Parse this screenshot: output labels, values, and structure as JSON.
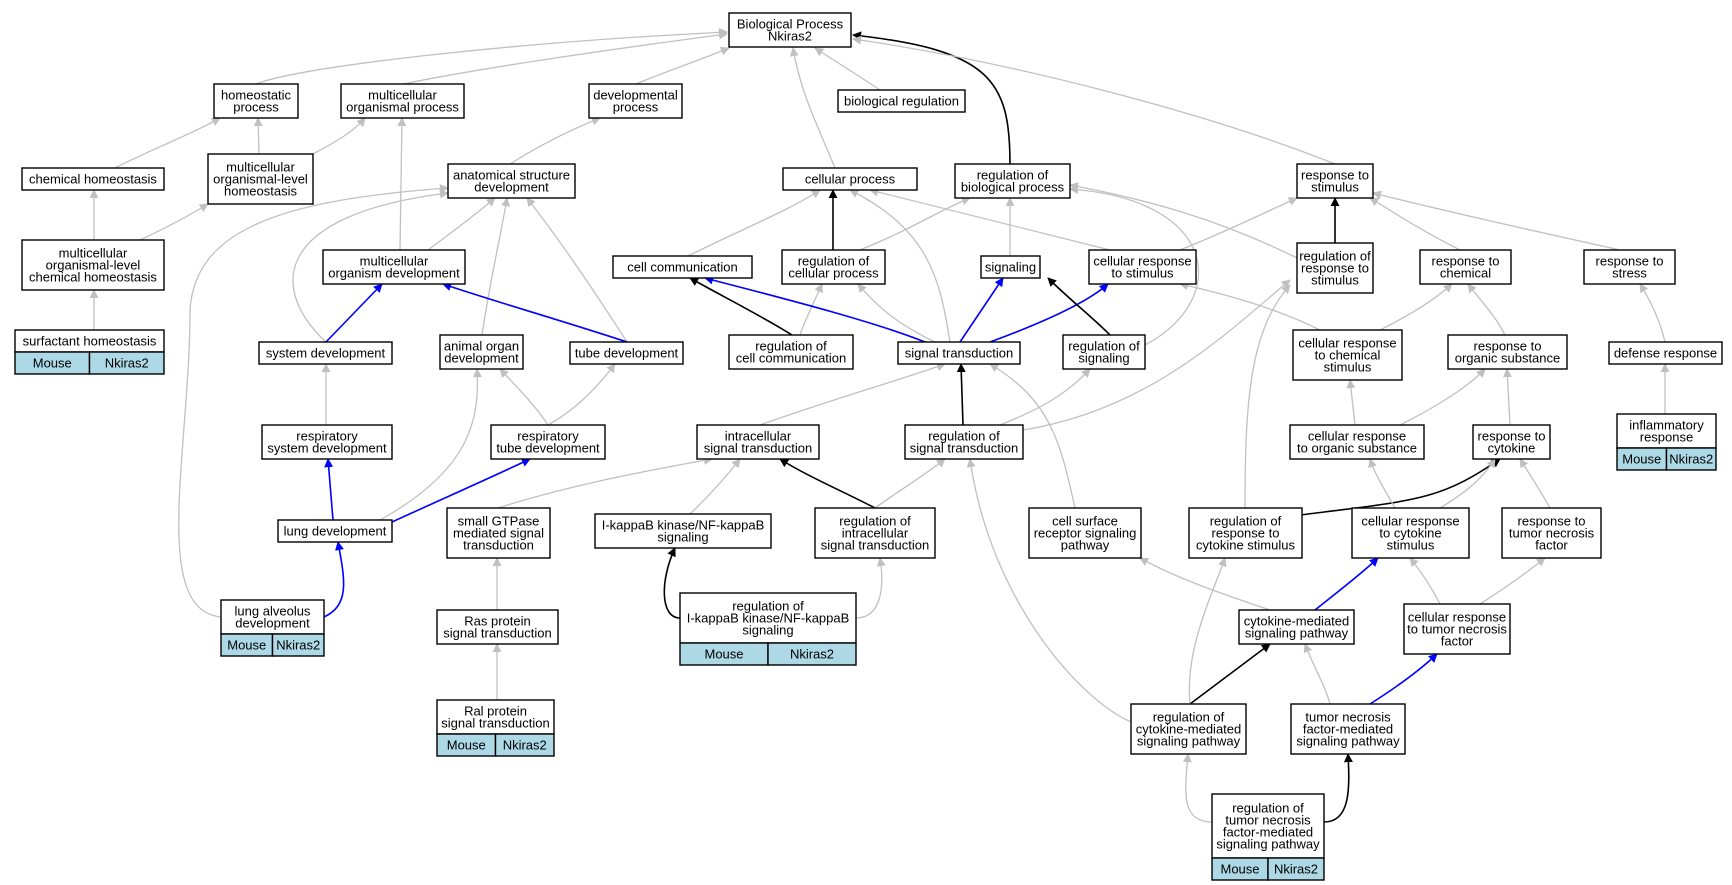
{
  "colors": {
    "edge_gray": "#c0c0c0",
    "edge_black": "#000000",
    "edge_blue": "#0000ff",
    "annotation_bg": "#add8e6"
  },
  "nodes": {
    "bp": {
      "lines": [
        "Biological Process",
        "Nkiras2"
      ]
    },
    "hom": {
      "lines": [
        "homeostatic",
        "process"
      ]
    },
    "mop": {
      "lines": [
        "multicellular",
        "organismal process"
      ]
    },
    "dev": {
      "lines": [
        "developmental",
        "process"
      ]
    },
    "breg": {
      "lines": [
        "biological regulation"
      ]
    },
    "chom": {
      "lines": [
        "chemical homeostasis"
      ]
    },
    "molh": {
      "lines": [
        "multicellular",
        "organismal-level",
        "homeostasis"
      ]
    },
    "asd": {
      "lines": [
        "anatomical structure",
        "development"
      ]
    },
    "cp": {
      "lines": [
        "cellular process"
      ]
    },
    "rbp": {
      "lines": [
        "regulation of",
        "biological process"
      ]
    },
    "rts": {
      "lines": [
        "response to",
        "stimulus"
      ]
    },
    "molc": {
      "lines": [
        "multicellular",
        "organismal-level",
        "chemical homeostasis"
      ]
    },
    "mod": {
      "lines": [
        "multicellular",
        "organism development"
      ]
    },
    "cc": {
      "lines": [
        "cell communication"
      ]
    },
    "rcp": {
      "lines": [
        "regulation of",
        "cellular process"
      ]
    },
    "sig": {
      "lines": [
        "signaling"
      ]
    },
    "crs": {
      "lines": [
        "cellular response",
        "to stimulus"
      ]
    },
    "rrs": {
      "lines": [
        "regulation of",
        "response to",
        "stimulus"
      ]
    },
    "rch": {
      "lines": [
        "response to",
        "chemical"
      ]
    },
    "rstr": {
      "lines": [
        "response to",
        "stress"
      ]
    },
    "surf": {
      "lines": [
        "surfactant homeostasis"
      ],
      "annotation": [
        "Mouse",
        "Nkiras2"
      ]
    },
    "sysd": {
      "lines": [
        "system development"
      ]
    },
    "aod": {
      "lines": [
        "animal organ",
        "development"
      ]
    },
    "tube": {
      "lines": [
        "tube development"
      ]
    },
    "rcc": {
      "lines": [
        "regulation of",
        "cell communication"
      ]
    },
    "st": {
      "lines": [
        "signal transduction"
      ]
    },
    "rsig": {
      "lines": [
        "regulation of",
        "signaling"
      ]
    },
    "crcs": {
      "lines": [
        "cellular response",
        "to chemical",
        "stimulus"
      ]
    },
    "ros": {
      "lines": [
        "response to",
        "organic substance"
      ]
    },
    "defr": {
      "lines": [
        "defense response"
      ]
    },
    "rsd": {
      "lines": [
        "respiratory",
        "system development"
      ]
    },
    "rtd": {
      "lines": [
        "respiratory",
        "tube development"
      ]
    },
    "ist": {
      "lines": [
        "intracellular",
        "signal transduction"
      ]
    },
    "rst": {
      "lines": [
        "regulation of",
        "signal transduction"
      ]
    },
    "cros": {
      "lines": [
        "cellular response",
        "to organic substance"
      ]
    },
    "rcyt": {
      "lines": [
        "response to",
        "cytokine"
      ]
    },
    "infl": {
      "lines": [
        "inflammatory",
        "response"
      ],
      "annotation": [
        "Mouse",
        "Nkiras2"
      ]
    },
    "lung": {
      "lines": [
        "lung development"
      ]
    },
    "gtp": {
      "lines": [
        "small GTPase",
        "mediated signal",
        "transduction"
      ]
    },
    "ikk": {
      "lines": [
        "I-kappaB kinase/NF-kappaB",
        "signaling"
      ]
    },
    "rist": {
      "lines": [
        "regulation of",
        "intracellular",
        "signal transduction"
      ]
    },
    "csr": {
      "lines": [
        "cell surface",
        "receptor signaling",
        "pathway"
      ]
    },
    "rrcs": {
      "lines": [
        "regulation of",
        "response to",
        "cytokine stimulus"
      ]
    },
    "crc": {
      "lines": [
        "cellular response",
        "to cytokine",
        "stimulus"
      ]
    },
    "rtnf": {
      "lines": [
        "response to",
        "tumor necrosis",
        "factor"
      ]
    },
    "alv": {
      "lines": [
        "lung alveolus",
        "development"
      ],
      "annotation": [
        "Mouse",
        "Nkiras2"
      ]
    },
    "ras": {
      "lines": [
        "Ras protein",
        "signal transduction"
      ]
    },
    "rikk": {
      "lines": [
        "regulation of",
        "I-kappaB kinase/NF-kappaB",
        "signaling"
      ],
      "annotation": [
        "Mouse",
        "Nkiras2"
      ]
    },
    "cmsp": {
      "lines": [
        "cytokine-mediated",
        "signaling pathway"
      ]
    },
    "crtnf": {
      "lines": [
        "cellular response",
        "to tumor necrosis",
        "factor"
      ]
    },
    "ral": {
      "lines": [
        "Ral protein",
        "signal transduction"
      ],
      "annotation": [
        "Mouse",
        "Nkiras2"
      ]
    },
    "rcmsp": {
      "lines": [
        "regulation of",
        "cytokine-mediated",
        "signaling pathway"
      ]
    },
    "tnfp": {
      "lines": [
        "tumor necrosis",
        "factor-mediated",
        "signaling pathway"
      ]
    },
    "rtnfp": {
      "lines": [
        "regulation of",
        "tumor necrosis",
        "factor-mediated",
        "signaling pathway"
      ],
      "annotation": [
        "Mouse",
        "Nkiras2"
      ]
    }
  }
}
